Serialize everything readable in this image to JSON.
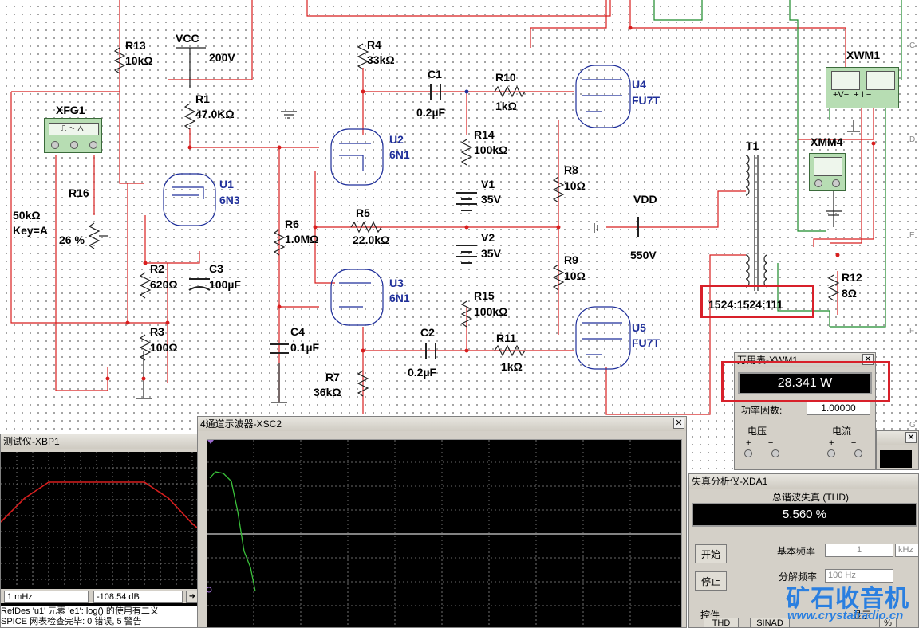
{
  "schematic": {
    "components": {
      "R13": {
        "ref": "R13",
        "value": "10kΩ"
      },
      "VCC": {
        "ref": "VCC",
        "value": "200V"
      },
      "R1": {
        "ref": "R1",
        "value": "47.0KΩ"
      },
      "XFG1": {
        "ref": "XFG1"
      },
      "R16": {
        "ref": "R16",
        "value": "50kΩ",
        "key": "Key=A",
        "pct": "26 %"
      },
      "U1": {
        "ref": "U1",
        "type": "6N3"
      },
      "R2": {
        "ref": "R2",
        "value": "620Ω"
      },
      "C3": {
        "ref": "C3",
        "value": "100µF"
      },
      "R3": {
        "ref": "R3",
        "value": "100Ω"
      },
      "R4": {
        "ref": "R4",
        "value": "33kΩ"
      },
      "U2": {
        "ref": "U2",
        "type": "6N1"
      },
      "R6": {
        "ref": "R6",
        "value": "1.0MΩ"
      },
      "R5": {
        "ref": "R5",
        "value": "22.0kΩ"
      },
      "U3": {
        "ref": "U3",
        "type": "6N1"
      },
      "C4": {
        "ref": "C4",
        "value": "0.1µF"
      },
      "R7": {
        "ref": "R7",
        "value": "36kΩ"
      },
      "C1": {
        "ref": "C1",
        "value": "0.2µF"
      },
      "R10": {
        "ref": "R10",
        "value": "1kΩ"
      },
      "R14": {
        "ref": "R14",
        "value": "100kΩ"
      },
      "V1": {
        "ref": "V1",
        "value": "35V"
      },
      "V2": {
        "ref": "V2",
        "value": "35V"
      },
      "R15": {
        "ref": "R15",
        "value": "100kΩ"
      },
      "C2": {
        "ref": "C2",
        "value": "0.2µF"
      },
      "R11": {
        "ref": "R11",
        "value": "1kΩ"
      },
      "U4": {
        "ref": "U4",
        "type": "FU7T"
      },
      "U5": {
        "ref": "U5",
        "type": "FU7T"
      },
      "R8": {
        "ref": "R8",
        "value": "10Ω"
      },
      "R9": {
        "ref": "R9",
        "value": "10Ω"
      },
      "VDD": {
        "ref": "VDD",
        "value": "550V"
      },
      "T1": {
        "ref": "T1",
        "ratio": "1524:1524:111"
      },
      "XWM1": {
        "ref": "XWM1"
      },
      "XMM4": {
        "ref": "XMM4"
      },
      "R12": {
        "ref": "R12",
        "value": "8Ω"
      }
    },
    "border_letters": [
      "C",
      "D",
      "E",
      "F",
      "G"
    ]
  },
  "wattmeter": {
    "title": "万用表-XWM1",
    "reading": "28.341 W",
    "power_factor_label": "功率因数:",
    "power_factor_value": "1.00000",
    "voltage_label": "电压",
    "current_label": "电流"
  },
  "bode_plotter": {
    "title": "测试仪-XBP1",
    "freq_value": "1 mHz",
    "db_value": "-108.54 dB"
  },
  "oscilloscope": {
    "title": "4通道示波器-XSC2"
  },
  "distortion_analyzer": {
    "title": "失真分析仪-XDA1",
    "thd_label": "总谐波失真 (THD)",
    "thd_value": "5.560 %",
    "start_button": "开始",
    "stop_button": "停止",
    "fundamental_label": "基本频率",
    "fundamental_value": "1",
    "fundamental_unit": "kHz",
    "resolution_label": "分解频率",
    "resolution_value": "100 Hz",
    "controls_label": "控件",
    "thd_button": "THD",
    "sinad_button": "SINAD",
    "pct_button": "%",
    "display_label": "显示"
  },
  "status_lines": {
    "line1": "RefDes 'u1' 元素 'e1': log() 的使用有二义",
    "line2": "SPICE 网表检查完毕: 0 错误, 5 警告"
  },
  "watermark": {
    "logo_text": "矿石收音机",
    "url": "www.crystalradio.cn"
  },
  "colors": {
    "wire_red": "#d81e1e",
    "wire_green": "#1b8a2a",
    "tube_blue": "#1f2f9a",
    "highlight_red": "#d8202a"
  }
}
